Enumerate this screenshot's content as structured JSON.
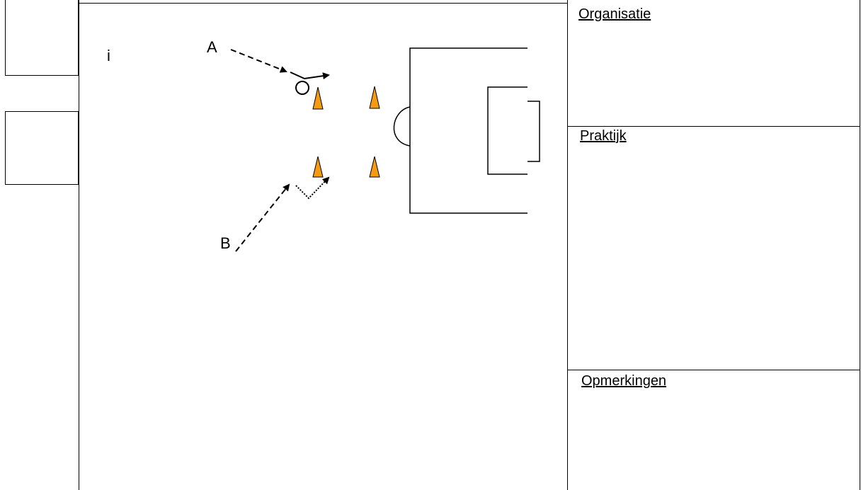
{
  "diagram": {
    "cursor_mark": "i",
    "players": [
      {
        "id": "player-a",
        "label": "A"
      },
      {
        "id": "player-b",
        "label": "B"
      }
    ],
    "cone_color": "#f59b11",
    "cone_count": 4
  },
  "panels": {
    "organisatie": {
      "title": "Organisatie"
    },
    "praktijk": {
      "title": "Praktijk"
    },
    "opmerkingen": {
      "title": "Opmerkingen"
    }
  }
}
